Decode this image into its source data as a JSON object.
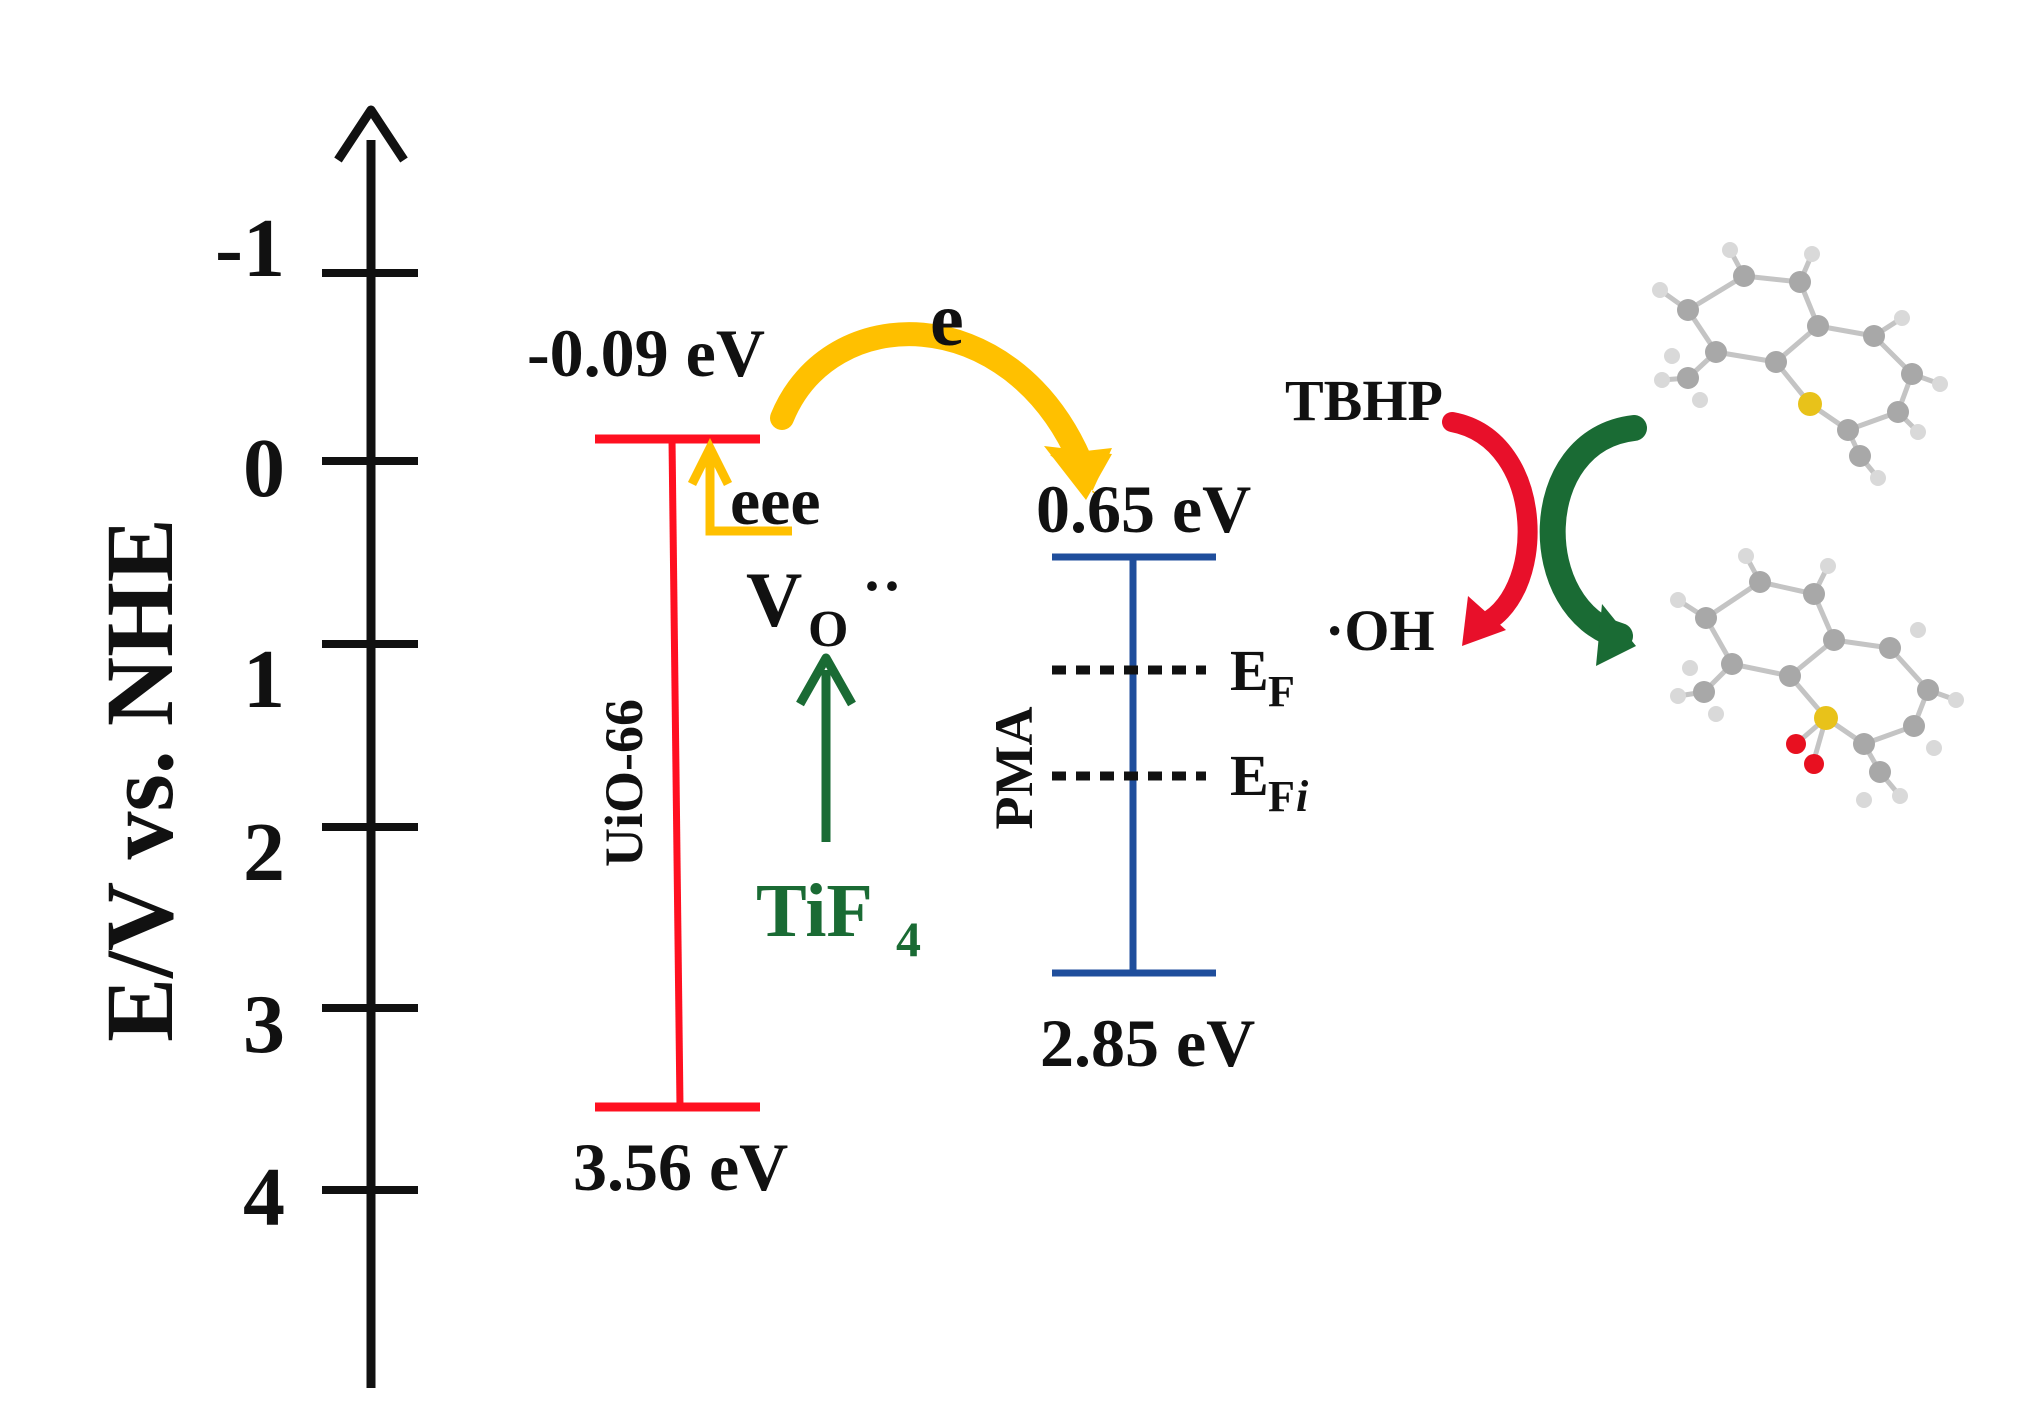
{
  "axis": {
    "title": "E/V  vs. NHE",
    "ticks": [
      "-1",
      "0",
      "1",
      "2",
      "3",
      "4"
    ]
  },
  "uio": {
    "name": "UiO-66",
    "cb_label": "-0.09 eV",
    "vb_label": "3.56 eV",
    "color": "#ff1020"
  },
  "pma": {
    "name": "PMA",
    "cb_label": "0.65 eV",
    "vb_label": "2.85 eV",
    "color": "#1f4e9c",
    "ef_main": "E",
    "ef_sub": "F",
    "efi_main": "E",
    "efi_sub": "F",
    "efi_sub_italic": "i"
  },
  "transfer": {
    "electron": "e",
    "electrons": "eee",
    "color": "#ffc000"
  },
  "vacancy": {
    "main": "V",
    "sub": "O",
    "sup": "··"
  },
  "dopant": {
    "main": "TiF",
    "sub": "4",
    "color": "#1a6b34"
  },
  "reaction": {
    "reactant": "TBHP",
    "product": "·OH",
    "red": "#e8102a",
    "green": "#1a6b34"
  },
  "molecules": {
    "carbon": "#a8a8a8",
    "hydrogen": "#d9d9d9",
    "sulfur": "#e8c21a",
    "oxygen": "#e81020"
  }
}
